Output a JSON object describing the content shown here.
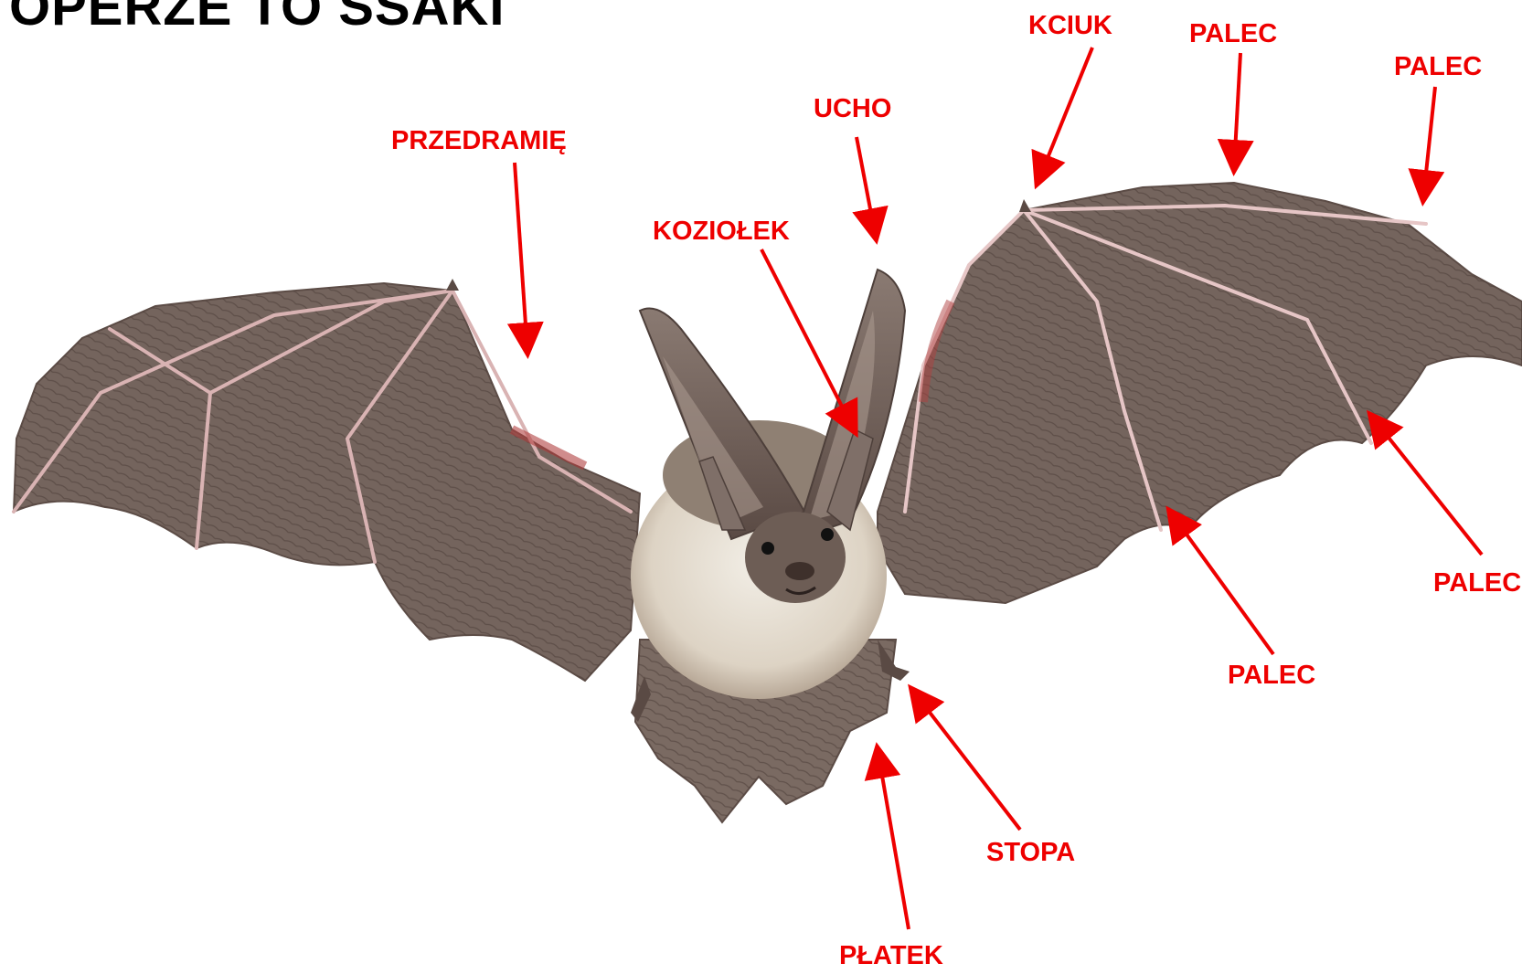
{
  "title": "OPERZE TO SSAKI",
  "colors": {
    "label": "#ee0000",
    "arrow": "#ee0000",
    "wing_membrane": "#6f5f58",
    "wing_bone": "#e8c8c8",
    "fur_belly": "#e4ddd0",
    "fur_back": "#8d7d70",
    "title": "#000000"
  },
  "labels": {
    "kciuk": "KCIUK",
    "palec_top": "PALEC",
    "palec_top_right": "PALEC",
    "ucho": "UCHO",
    "przedramie": "PRZEDRAMIĘ",
    "koziolek": "KOZIOŁEK",
    "palec_right": "PALEC",
    "palec_mid": "PALEC",
    "stopa": "STOPA",
    "platek": "PŁATEK"
  }
}
